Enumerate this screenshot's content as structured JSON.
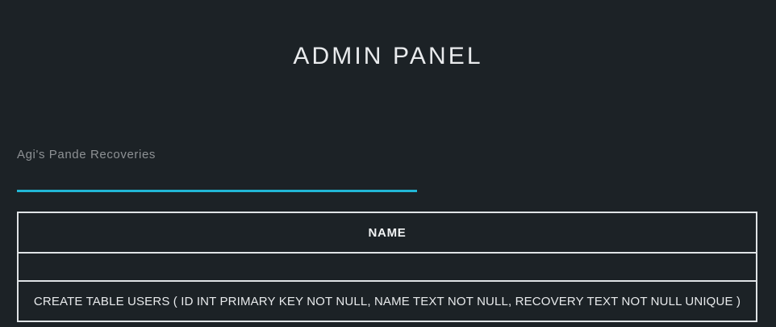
{
  "header": {
    "title": "ADMIN PANEL"
  },
  "form": {
    "label": "Agi's Pande Recoveries",
    "value": "",
    "placeholder": "",
    "accent_color": "#22b7d6"
  },
  "table": {
    "columns": [
      "NAME"
    ],
    "rows": [
      [
        ""
      ],
      [
        "CREATE TABLE USERS ( ID INT PRIMARY KEY NOT NULL, NAME TEXT NOT NULL, RECOVERY TEXT NOT NULL UNIQUE )"
      ]
    ],
    "border_color": "#dfe3e5"
  },
  "theme": {
    "background": "#1c2226",
    "text_primary": "#e9ebed",
    "text_muted": "#8d9194"
  }
}
